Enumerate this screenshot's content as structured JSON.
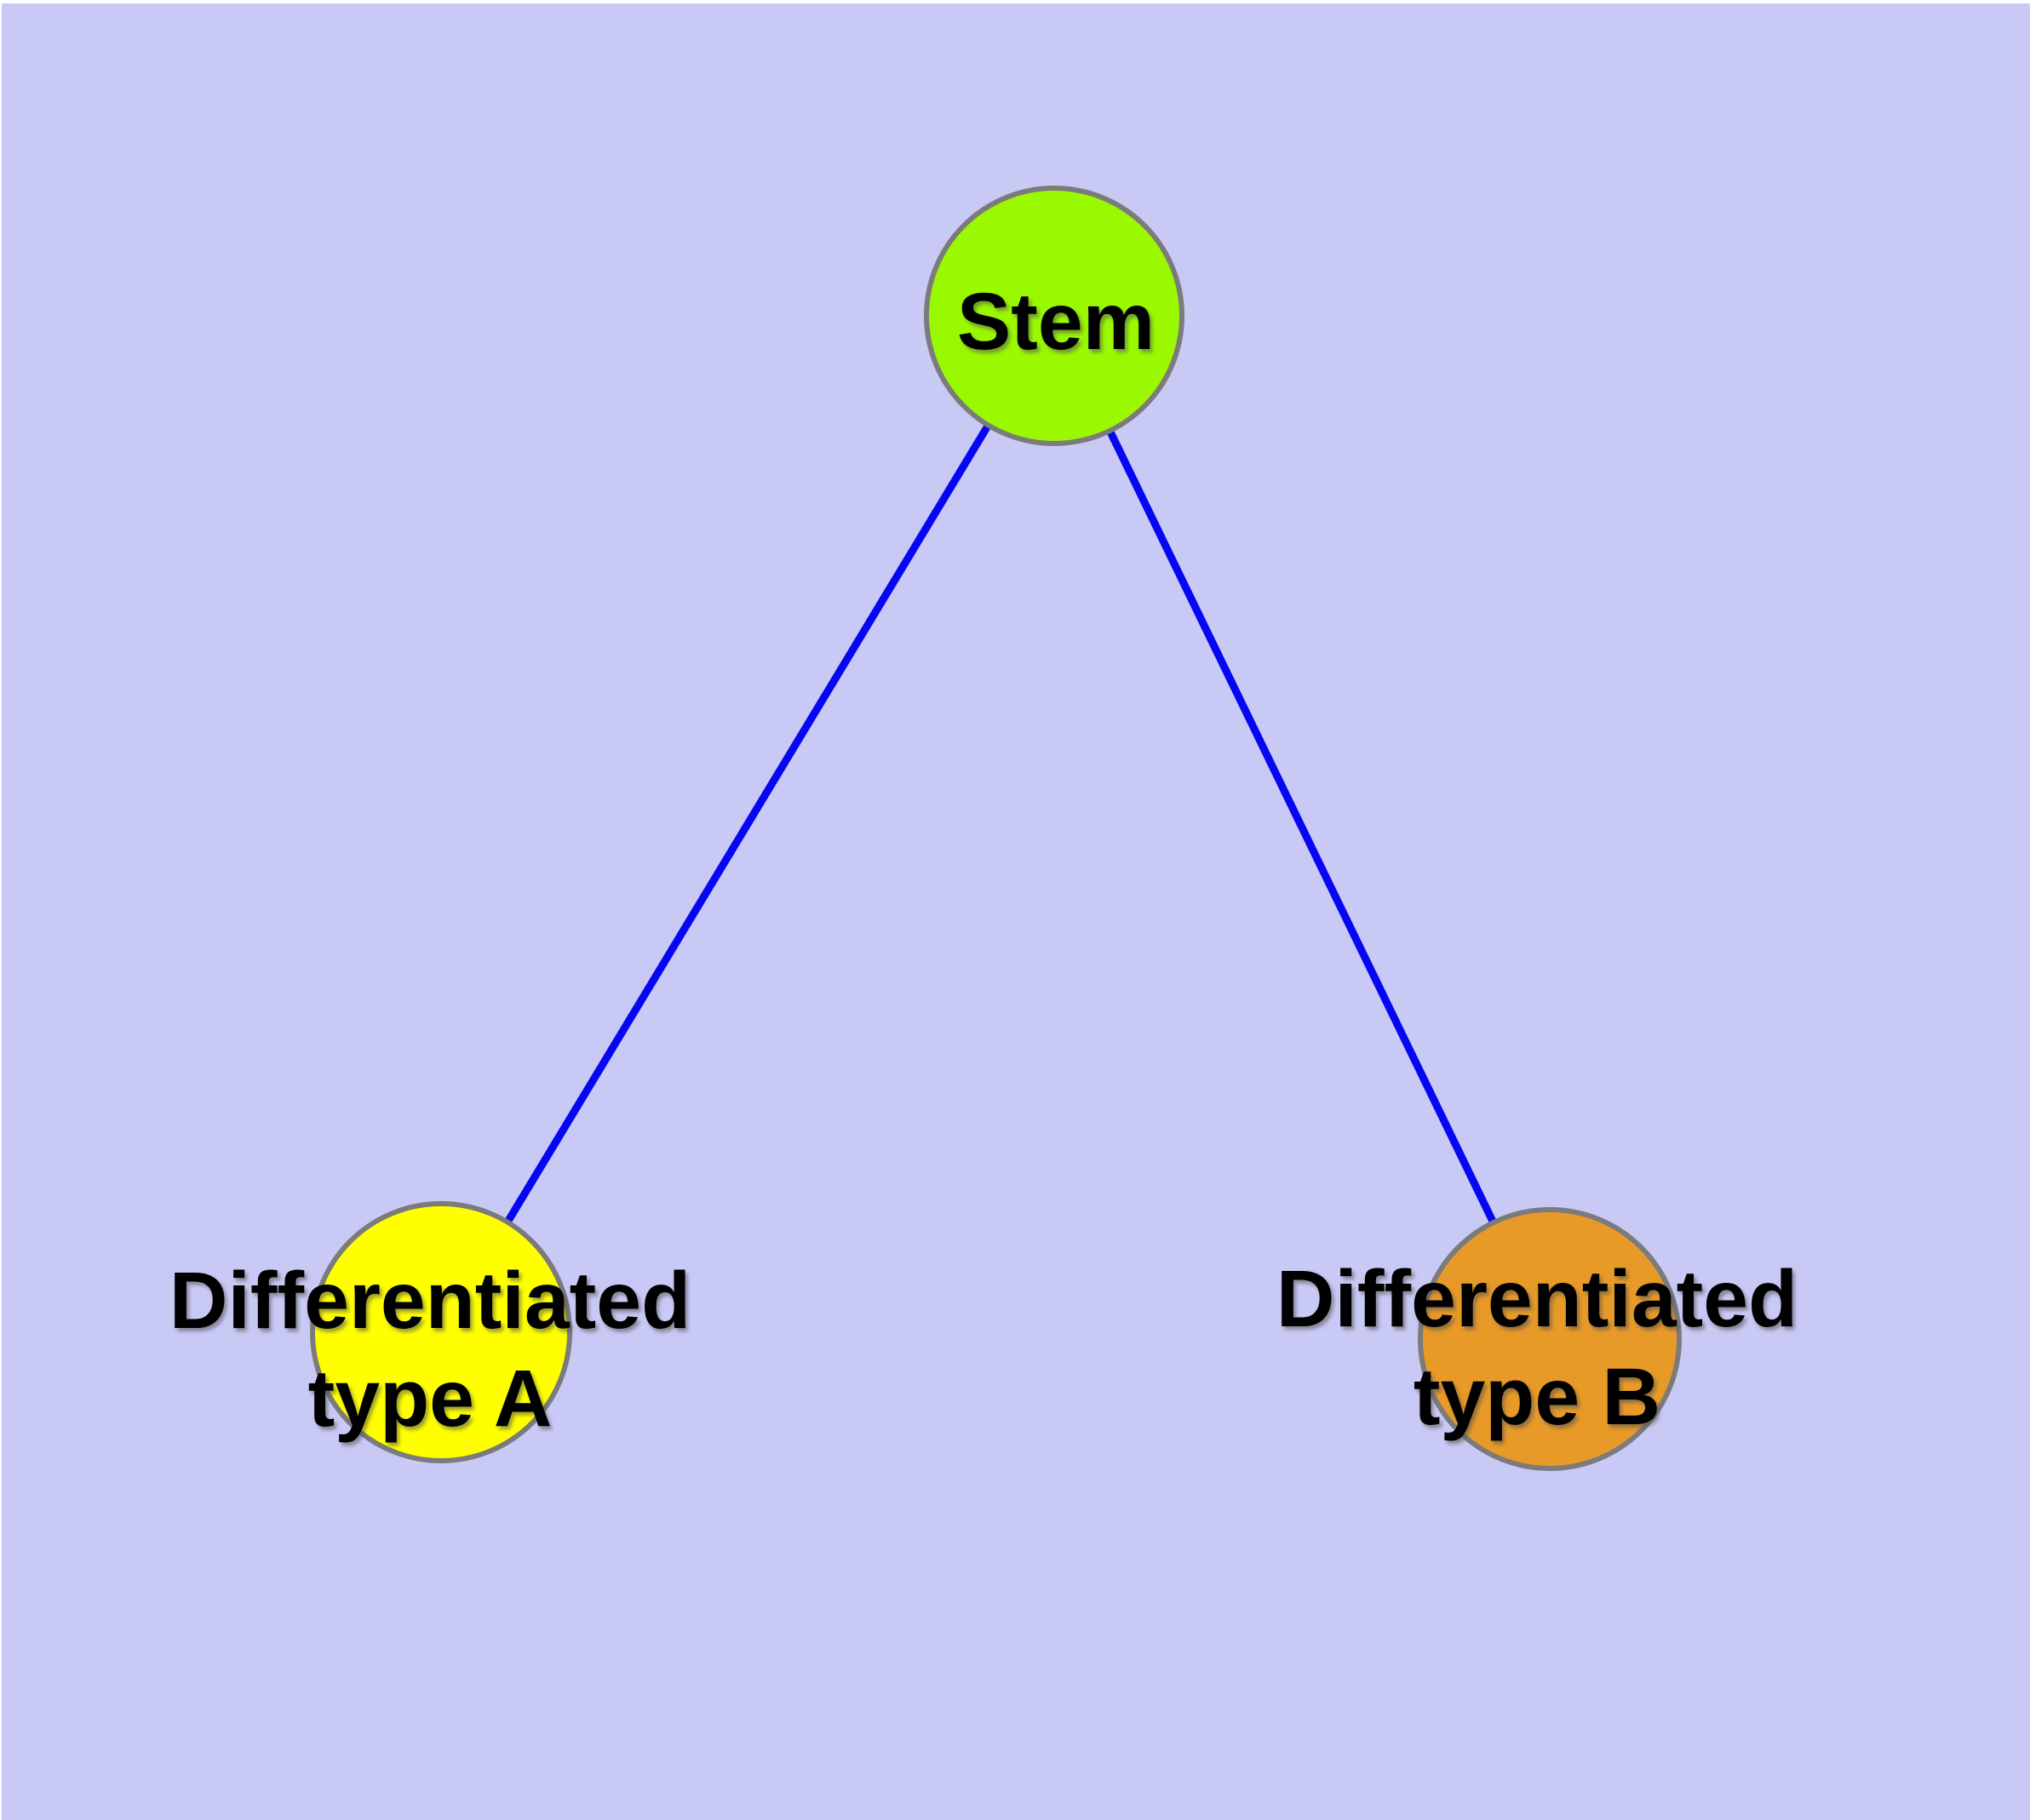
{
  "figure": {
    "type": "node-link-diagram",
    "background_color": "#ffffff",
    "canvas_color": "#c9c9f5",
    "edge_color": "#0606f2",
    "node_border_color": "#7b7b7b",
    "text_color": "#000000",
    "nodes": [
      {
        "id": "stem",
        "label_lines": [
          "Stem"
        ],
        "fill_color": "#9af900"
      },
      {
        "id": "differentiated-type-a",
        "label_lines": [
          "Differentiated",
          "type A"
        ],
        "fill_color": "#ffff00"
      },
      {
        "id": "differentiated-type-b",
        "label_lines": [
          "Differentiated",
          "type B"
        ],
        "fill_color": "#e89a28"
      }
    ],
    "edges": [
      {
        "from": "Stem",
        "to": "Differentiated type A"
      },
      {
        "from": "Stem",
        "to": "Differentiated type B"
      }
    ]
  }
}
